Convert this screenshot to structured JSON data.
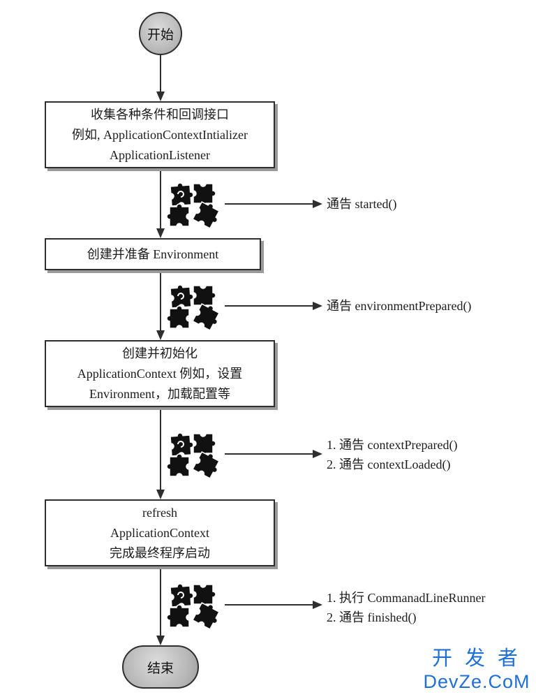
{
  "start": {
    "label": "开始"
  },
  "steps": [
    {
      "lines": [
        "收集各种条件和回调接口",
        "例如, ApplicationContextIntializer",
        "ApplicationListener"
      ]
    },
    {
      "lines": [
        "创建并准备 Environment"
      ]
    },
    {
      "lines": [
        "创建并初始化",
        "ApplicationContext 例如，设置",
        "Environment，加载配置等"
      ]
    },
    {
      "lines": [
        "refresh",
        "ApplicationContext",
        "完成最终程序启动"
      ]
    }
  ],
  "notifications": [
    {
      "icon": "puzzle-icon",
      "lines": [
        "通告 started()"
      ]
    },
    {
      "icon": "puzzle-icon",
      "lines": [
        "通告 environmentPrepared()"
      ]
    },
    {
      "icon": "puzzle-icon",
      "lines": [
        "1. 通告 contextPrepared()",
        "2. 通告 contextLoaded()"
      ]
    },
    {
      "icon": "puzzle-icon",
      "lines": [
        "1. 执行 CommanadLineRunner",
        "2. 通告 finished()"
      ]
    }
  ],
  "end": {
    "label": "结束"
  },
  "watermark": {
    "line1": "开 发 者",
    "line2": "DevZe.CoM"
  },
  "colors": {
    "stroke": "#2e2e2e",
    "text": "#1c1c1c",
    "shadow": "#9a9a9a",
    "terminal": "#b6b6b6",
    "puzzle": "#111111",
    "watermark": "#1f6fd9"
  }
}
